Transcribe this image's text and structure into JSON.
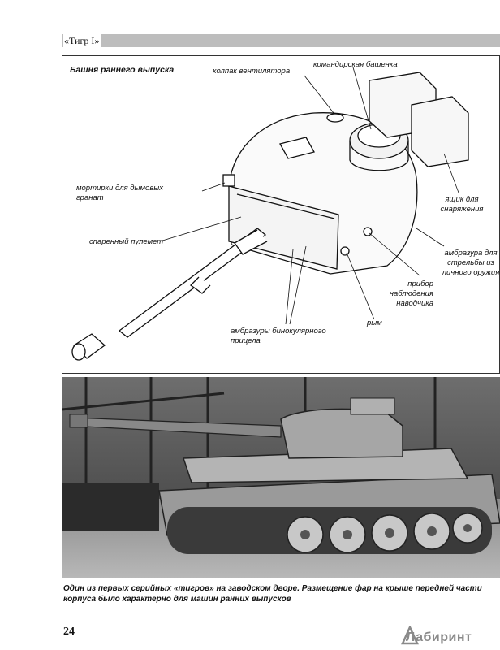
{
  "header": {
    "title": "«Тигр I»"
  },
  "figure": {
    "title": "Башня раннего выпуска",
    "labels": {
      "fan_cap": "колпак вентилятора",
      "commander_cupola": "командирская башенка",
      "smoke_launchers": "мортирки для дымовых гранат",
      "stowage_box": "ящик для снаряжения",
      "coaxial_mg": "спаренный пулемет",
      "pistol_port": "амбразура для стрельбы из личного оружия",
      "gunner_sight": "прибор наблюдения наводчика",
      "lifting_eye": "рым",
      "binocular_sight_ports": "амбразуры бинокулярного прицела"
    }
  },
  "caption": "Один из первых серийных «тигров» на заводском дворе. Размещение фар на крыше передней части корпуса было характерно для машин ранних выпусков",
  "page": {
    "number": "24"
  },
  "watermark": {
    "text": "Лабиринт"
  },
  "colors": {
    "header_bar": "#bdbdbd",
    "text": "#111111",
    "photo_dark": "#2b2b2b"
  }
}
